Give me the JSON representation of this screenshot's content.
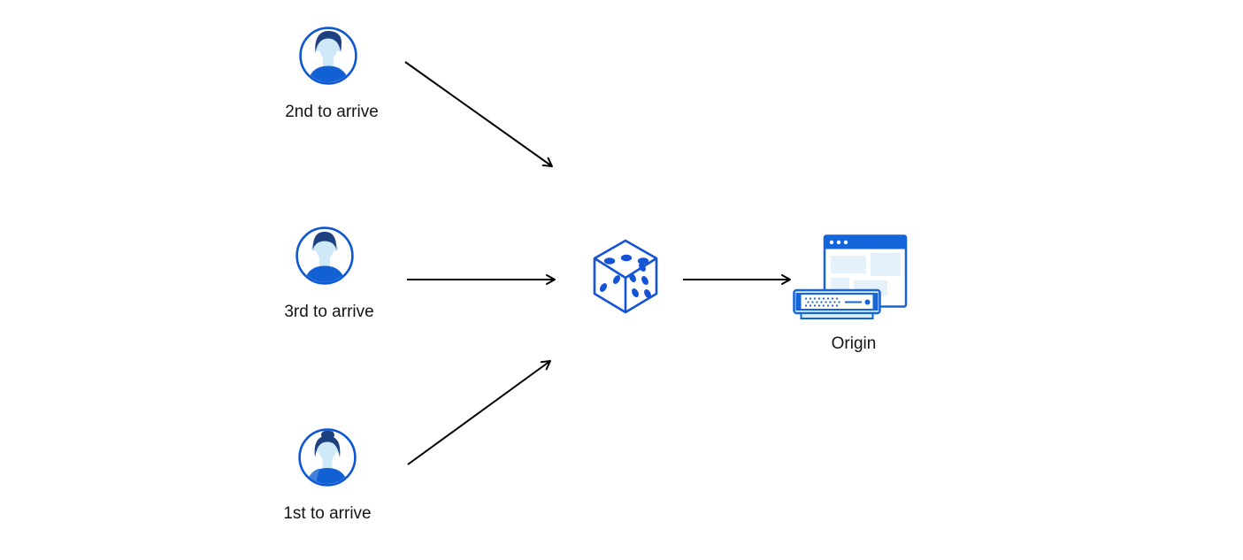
{
  "canvas": {
    "background": "#ffffff"
  },
  "colors": {
    "avatar_ring_blue": "#0d57d4",
    "hair_navy": "#1c4080",
    "skin_light_blue": "#cfe9f8",
    "shirt_blue": "#1161d4",
    "shoulder_highlight_blue": "#3f7fde",
    "dice_blue": "#1553d6",
    "browser_blue": "#1464da",
    "panel_light_blue": "#e6f2fb",
    "server_fill_light_blue": "#d8ecfa",
    "arrow_black": "#000000",
    "label_text": "#141416"
  },
  "nodes": {
    "users": [
      {
        "label": "2nd to arrive",
        "icon": "user-avatar-man-swoop-icon"
      },
      {
        "label": "3rd to arrive",
        "icon": "user-avatar-man-flat-icon"
      },
      {
        "label": "1st to arrive",
        "icon": "user-avatar-woman-bun-icon"
      }
    ],
    "randomizer": {
      "icon": "dice-icon"
    },
    "origin": {
      "label": "Origin",
      "icon": "origin-browser-server-icon"
    }
  },
  "arrows": [
    {
      "name": "arrow-user-2nd-to-dice"
    },
    {
      "name": "arrow-user-3rd-to-dice"
    },
    {
      "name": "arrow-user-1st-to-dice"
    },
    {
      "name": "arrow-dice-to-origin"
    }
  ]
}
